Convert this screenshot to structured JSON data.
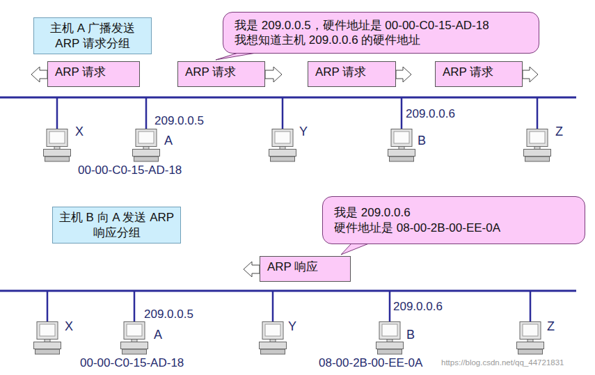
{
  "diagram": {
    "nodes": [
      {
        "text": [
          "主机 A 广播发送 ARP 请求分组"
        ]
      },
      {
        "text": [
          "我是 209.0.0.5，硬件地址是 00-00-C0-15-AD-18",
          "我想知道主机 209.0.0.6 的硬件地址"
        ]
      },
      {
        "text": [
          "ARP 请求"
        ]
      },
      {
        "text": [
          "ARP 请求"
        ]
      },
      {
        "text": [
          "ARP 请求"
        ]
      },
      {
        "text": [
          "ARP 请求"
        ]
      },
      {
        "text": [
          "主机 B 向 A 发送 ARP 响应分组"
        ]
      },
      {
        "text": [
          "我是 209.0.0.6",
          "硬件地址是 08-00-2B-00-EE-0A"
        ]
      },
      {
        "text": [
          "ARP 响应"
        ]
      }
    ],
    "labels": [
      "X",
      "209.0.0.5",
      "A",
      "00-00-C0-15-AD-18",
      "Y",
      "209.0.0.6",
      "B",
      "Z",
      "X",
      "209.0.0.5",
      "A",
      "00-00-C0-15-AD-18",
      "Y",
      "209.0.0.6",
      "B",
      "08-00-2B-00-EE-0A",
      "Z",
      "https://blog.csdn.net/qq_44721831"
    ]
  }
}
